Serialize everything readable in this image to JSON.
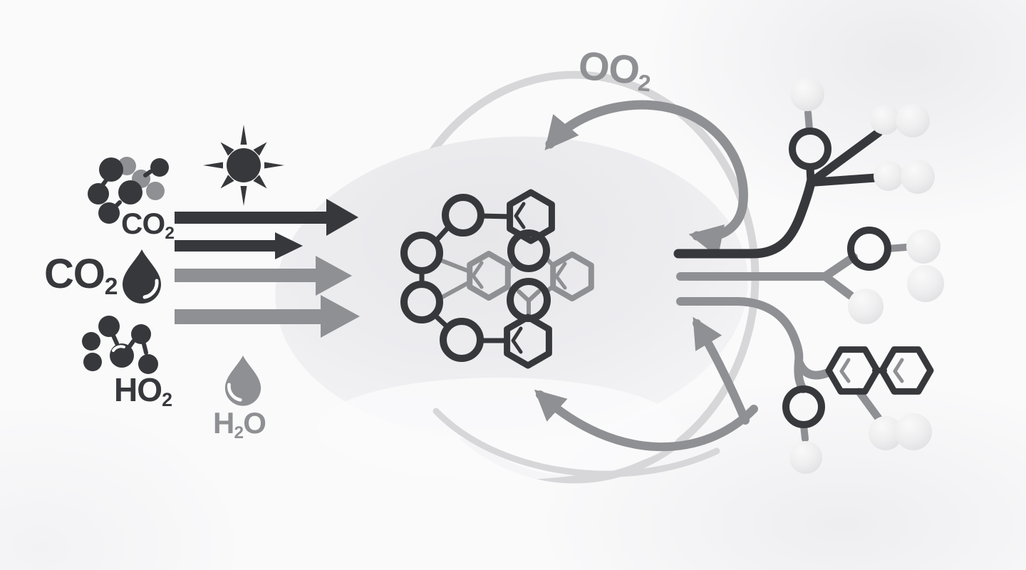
{
  "title": "Photosynthesis process illustration",
  "colors": {
    "dark": "#37383c",
    "gray": "#8f9093",
    "light_gray": "#d7d7d9",
    "pale_gray": "#e2e2e5",
    "background": "#fafafb",
    "blob": "#e9e9ec",
    "sphere": "#ededef",
    "text_dark": "#37383c",
    "text_gray": "#8f9093"
  },
  "labels": {
    "co2_cluster": {
      "pre": "CO",
      "sub": "2",
      "post": ""
    },
    "co2_main": {
      "pre": "CO",
      "sub": "2",
      "post": ""
    },
    "ho2": {
      "pre": "HO",
      "sub": "2",
      "post": ""
    },
    "h2o": {
      "pre": "H",
      "sub": "2",
      "post": "O"
    },
    "o2_cycle": {
      "pre": "OO",
      "sub": "2",
      "post": ""
    }
  },
  "icons": [
    "co2-molecule-icon",
    "sun-icon",
    "water-drop-dark-icon",
    "ho2-molecule-icon",
    "water-drop-gray-icon",
    "input-arrow-icons",
    "background-ring",
    "photosynthesis-blob",
    "molecule-network-icon",
    "o2-cycle-arrow-icon",
    "return-arrow-icons",
    "output-branch-dark-icon",
    "output-branch-mid-icon",
    "output-branch-bottom-icon",
    "biphenyl-icon",
    "molecule-sphere-icons"
  ]
}
